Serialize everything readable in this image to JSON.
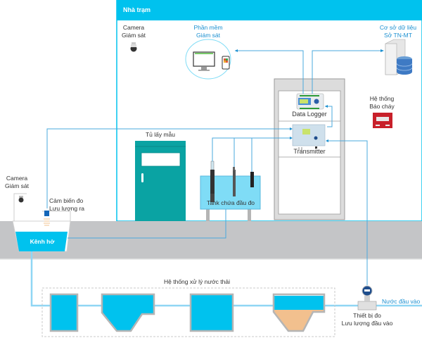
{
  "station": {
    "title": "Nhà trạm"
  },
  "labels": {
    "camera_station": "Camera\nGiám sát",
    "software": "Phần mềm\nGiám sát",
    "database": "Cơ sở dữ liệu\nSở TN-MT",
    "data_logger": "Data Logger",
    "transmitter": "Transmitter",
    "fire_alarm": "Hệ thống\nBáo cháy",
    "sampler": "Tủ lấy mẫu",
    "tank": "Tank chứa đầu đo",
    "camera_outdoor": "Camera\nGiám sát",
    "flow_out_sensor": "Cảm biến đo\nLưu lượng ra",
    "open_channel": "Kênh hở",
    "treatment_system": "Hệ thống xử lý nước thải",
    "flow_in_device": "Thiết bị đo\nLưu lượng đầu vào",
    "inlet_water": "Nước đầu vào"
  },
  "colors": {
    "station_header": "#00c2ee",
    "water": "#00c2ee",
    "line": "#4aa8dc",
    "ground": "#c4c5c7",
    "sampler_cabinet": "#0aa3a3",
    "fire_alarm": "#c8202a",
    "sludge": "#f2c08e"
  }
}
